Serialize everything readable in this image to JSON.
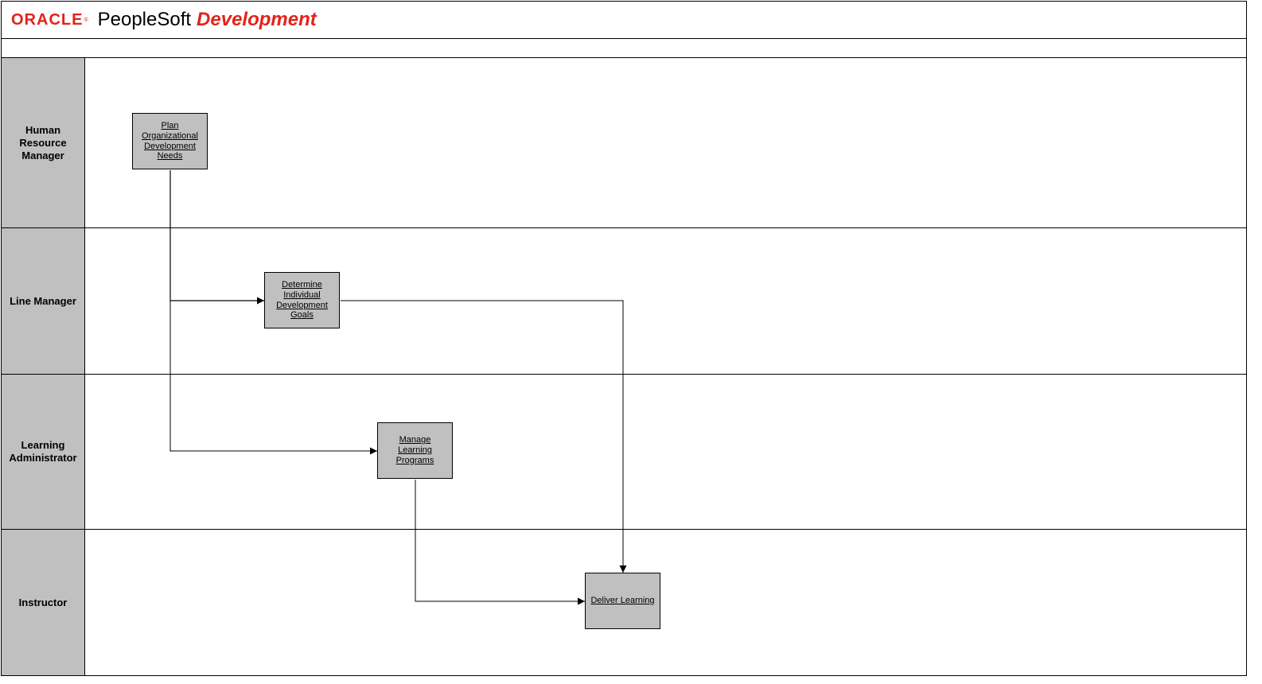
{
  "header": {
    "brand": "ORACLE",
    "product": "PeopleSoft",
    "module": "Development"
  },
  "lanes": [
    {
      "id": "hr",
      "label": "Human Resource Manager"
    },
    {
      "id": "lm",
      "label": "Line Manager"
    },
    {
      "id": "la",
      "label": "Learning Administrator"
    },
    {
      "id": "ins",
      "label": "Instructor"
    }
  ],
  "processes": [
    {
      "id": "plan",
      "label": "Plan Organizational Development Needs",
      "lane": "hr"
    },
    {
      "id": "determine",
      "label": "Determine Individual Development Goals",
      "lane": "lm"
    },
    {
      "id": "manage",
      "label": "Manage Learning Programs",
      "lane": "la"
    },
    {
      "id": "deliver",
      "label": "Deliver Learning",
      "lane": "ins"
    }
  ],
  "edges": [
    {
      "from": "plan",
      "to": "determine"
    },
    {
      "from": "plan",
      "to": "manage"
    },
    {
      "from": "determine",
      "to": "deliver"
    },
    {
      "from": "manage",
      "to": "deliver"
    }
  ],
  "colors": {
    "brand_red": "#e2231a",
    "lane_fill": "#c0c0c0",
    "line": "#000000"
  }
}
